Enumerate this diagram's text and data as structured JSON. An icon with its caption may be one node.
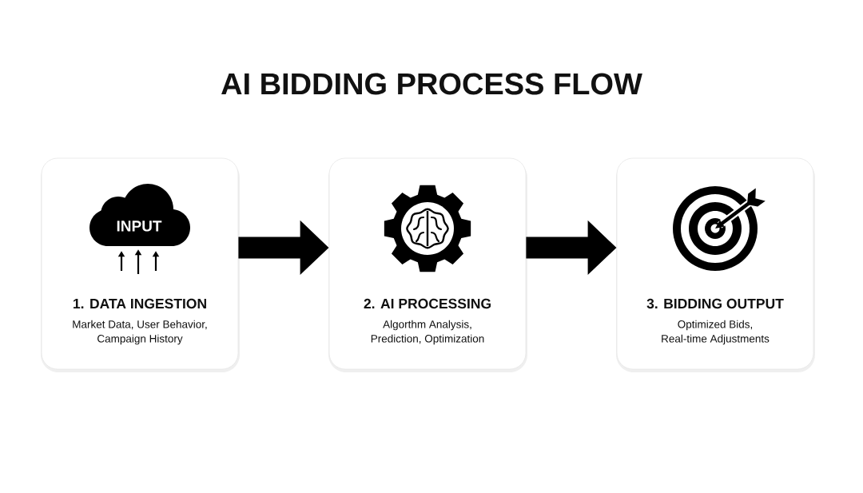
{
  "diagram": {
    "title": "AI BIDDING PROCESS FLOW",
    "nodes": [
      {
        "text": [
          "1. DATA INGESTION",
          "Market Data, User Behavior, Campaign History"
        ]
      },
      {
        "text": [
          "INPUT"
        ],
        "in": 0
      },
      {
        "text": [
          "2. AI PROCESSING",
          "Algorthm Analysis, Prediction, Optimization"
        ]
      },
      {
        "text": [
          "3. BIDDING OUTPUT",
          "Optimized Bids, Real-time Adjustments"
        ]
      }
    ],
    "edges": [
      {
        "from": 0,
        "to": 2,
        "arrow": "to",
        "style": "thick"
      },
      {
        "from": 2,
        "to": 3,
        "arrow": "to",
        "style": "thick"
      },
      {
        "from": null,
        "to": 1,
        "arrow": "to"
      },
      {
        "from": null,
        "to": 1,
        "arrow": "to"
      },
      {
        "from": null,
        "to": 1,
        "arrow": "to"
      }
    ]
  }
}
